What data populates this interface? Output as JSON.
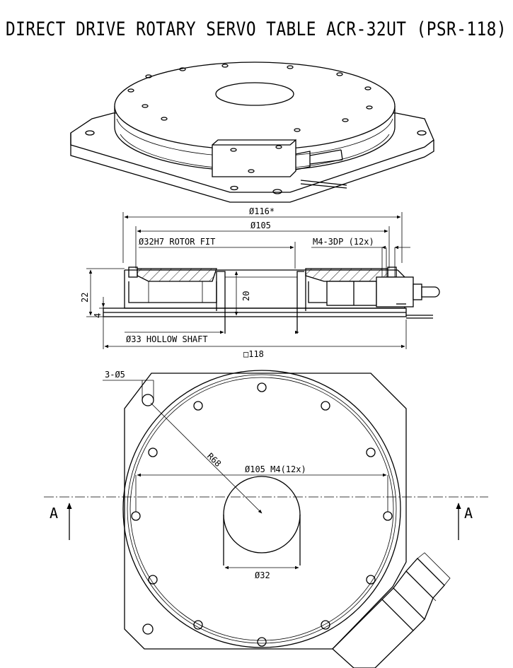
{
  "title": "DIRECT DRIVE ROTARY SERVO TABLE ACR-32UT (PSR-118)",
  "dimensions": {
    "outer_diameter": "Ø116*",
    "bolt_circle": "Ø105",
    "rotor_fit": "Ø32H7 ROTOR FIT",
    "mount_holes": "M4-3DP (12x)",
    "height_total": "22",
    "base_thickness": "4",
    "bore_depth": "20",
    "hollow_shaft": "Ø33 HOLLOW SHAFT",
    "square_size": "□118",
    "corner_holes": "3-Ø5",
    "radius": "R68",
    "bolt_circle_plan": "Ø105 M4(12x)",
    "bore_plan": "Ø32"
  },
  "section": {
    "left_label": "A",
    "right_label": "A"
  }
}
